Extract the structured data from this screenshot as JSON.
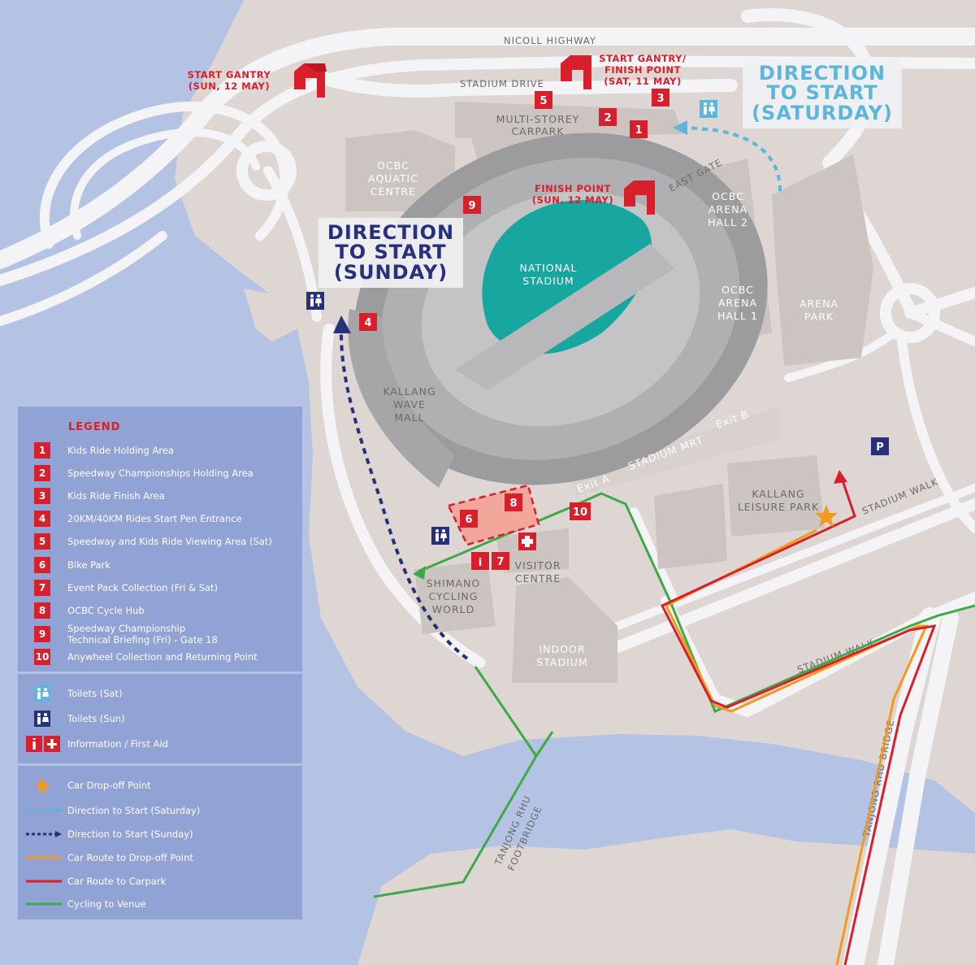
{
  "roads": {
    "nicoll_highway": "NICOLL HIGHWAY",
    "stadium_drive": "STADIUM DRIVE",
    "stadium_walk_upper": "STADIUM WALK",
    "stadium_walk_lower": "STADIUM WALK",
    "stadium_mrt": "STADIUM MRT",
    "exit_a": "Exit A",
    "exit_b": "Exit B",
    "east_gate": "EAST GATE",
    "bridge": "TANJONG RHU BRIDGE",
    "footbridge_1": "TANJONG RHU",
    "footbridge_2": "FOOTBRIDGE"
  },
  "buildings": {
    "aquatic_1": "OCBC",
    "aquatic_2": "AQUATIC",
    "aquatic_3": "CENTRE",
    "carpark_1": "MULTI-STOREY",
    "carpark_2": "CARPARK",
    "stadium_1": "NATIONAL",
    "stadium_2": "STADIUM",
    "hall2_1": "OCBC",
    "hall2_2": "ARENA",
    "hall2_3": "HALL 2",
    "hall1_1": "OCBC",
    "hall1_2": "ARENA",
    "hall1_3": "HALL 1",
    "arena_park_1": "ARENA",
    "arena_park_2": "PARK",
    "wave_mall_1": "KALLANG",
    "wave_mall_2": "WAVE",
    "wave_mall_3": "MALL",
    "leisure_1": "KALLANG",
    "leisure_2": "LEISURE PARK",
    "visitor_1": "VISITOR",
    "visitor_2": "CENTRE",
    "shimano_1": "SHIMANO",
    "shimano_2": "CYCLING",
    "shimano_3": "WORLD",
    "indoor_1": "INDOOR",
    "indoor_2": "STADIUM"
  },
  "gantries": {
    "sun_start_1": "START GANTRY",
    "sun_start_2": "(SUN, 12 MAY)",
    "sat_start_1": "START GANTRY/",
    "sat_start_2": "FINISH POINT",
    "sat_start_3": "(SAT, 11 MAY)",
    "sun_finish_1": "FINISH POINT",
    "sun_finish_2": "(SUN, 12 MAY)"
  },
  "directions": {
    "saturday_1": "DIRECTION",
    "saturday_2": "TO START",
    "saturday_3": "(SATURDAY)",
    "sunday_1": "DIRECTION",
    "sunday_2": "TO START",
    "sunday_3": "(SUNDAY)"
  },
  "markers": {
    "m1": "1",
    "m2": "2",
    "m3": "3",
    "m4": "4",
    "m5": "5",
    "m6": "6",
    "m7": "7",
    "m8": "8",
    "m9": "9",
    "m10": "10",
    "info": "i",
    "parking": "P"
  },
  "legend": {
    "title": "LEGEND",
    "items": [
      {
        "num": "1",
        "label": "Kids Ride Holding Area"
      },
      {
        "num": "2",
        "label": "Speedway Championships Holding Area"
      },
      {
        "num": "3",
        "label": "Kids Ride Finish Area"
      },
      {
        "num": "4",
        "label": "20KM/40KM Rides Start Pen Entrance"
      },
      {
        "num": "5",
        "label": "Speedway and Kids Ride Viewing Area (Sat)"
      },
      {
        "num": "6",
        "label": "Bike Park"
      },
      {
        "num": "7",
        "label": "Event Pack Collection (Fri & Sat)"
      },
      {
        "num": "8",
        "label": "OCBC Cycle Hub"
      },
      {
        "num": "9",
        "label": "Speedway Championship",
        "label2": "Technical Briefing (Fri) - Gate 18"
      },
      {
        "num": "10",
        "label": "Anywheel Collection and Returning Point"
      }
    ],
    "facilities": [
      {
        "label": "Toilets (Sat)"
      },
      {
        "label": "Toilets (Sun)"
      },
      {
        "label": "Information / First Aid"
      }
    ],
    "routes": [
      {
        "label": "Car Drop-off Point"
      },
      {
        "label": "Direction to Start (Saturday)"
      },
      {
        "label": "Direction to Start (Sunday)"
      },
      {
        "label": "Car Route to Drop-off Point"
      },
      {
        "label": "Car Route to Carpark"
      },
      {
        "label": "Cycling to Venue"
      }
    ]
  },
  "colors": {
    "water": "#b4c3e4",
    "land": "#ddd6d3",
    "road": "#f4f4f6",
    "building": "#cbc4c1",
    "stadium_dark": "#a9a9ab",
    "pitch": "#18a7a0",
    "red": "#d7202b",
    "saturday_blue": "#5ab7db",
    "sunday_navy": "#27307a",
    "cycling_green": "#3daa47",
    "drop_off_orange": "#f39a1e"
  }
}
